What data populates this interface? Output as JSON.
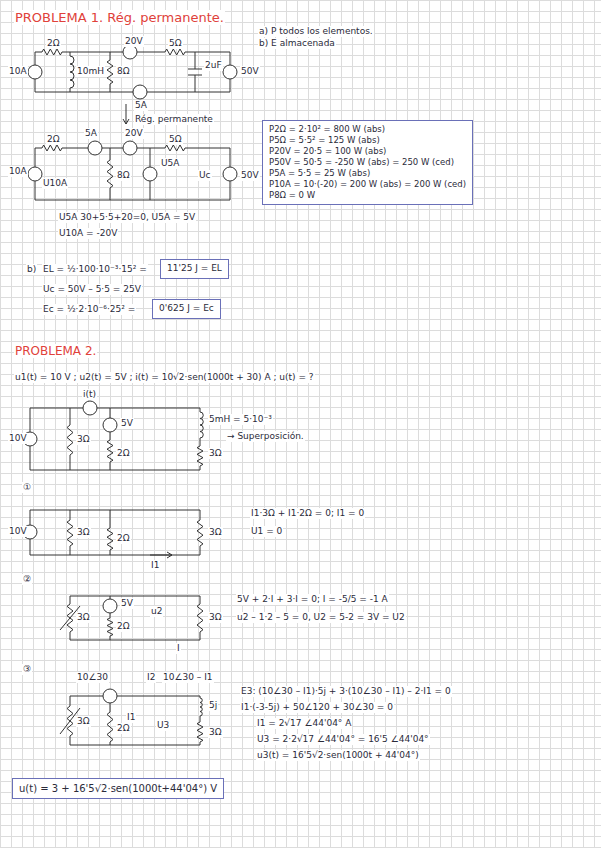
{
  "diagram": {
    "title": "PROBLEMA 1. Rég. permanente.",
    "nodes": [
      {
        "text": [
          "P2Ω = 2·10² = 800 W (abs)",
          "P5Ω = 5·5² = 125 W (abs)",
          "P20V = 20·5 = 100 W (abs)",
          "P50V = 50·5 = -250 W (abs) = 250 W (ced)",
          "P5A = 5·5 = 25 W (abs)",
          "P10A = 10·(-20) = 200 W (abs) = 200 W (ced)",
          "P8Ω = 0 W"
        ]
      },
      {
        "text": [
          "11'25 J = EL"
        ]
      },
      {
        "text": [
          "0'625 J = Ec"
        ]
      },
      {
        "text": [
          "u(t) = 3 + 16'5√2·sen(1000t+44'04°) V"
        ]
      }
    ],
    "edges": [],
    "labels": [
      "a) P todos los elementos.",
      "b) E almacenada",
      "2Ω",
      "20V",
      "5Ω",
      "10A",
      "10mH",
      "8Ω",
      "2uF",
      "50V",
      "5A",
      "Rég. permanente",
      "2Ω",
      "5A",
      "20V",
      "5Ω",
      "10A",
      "U10A",
      "8Ω",
      "U5A",
      "Uc",
      "50V",
      "U5A  30+5·5+20=0, U5A = 5V",
      "U10A = -20V",
      "b)",
      "EL = ½·100·10⁻³·15² =",
      "Uc = 50V – 5·5 = 25V",
      "Ec = ½·2·10⁻⁶·25² =",
      "PROBLEMA 2.",
      "u1(t) = 10 V ; u2(t) = 5V ; i(t) = 10√2·sen(1000t + 30) A ; u(t) = ?",
      "i(t)",
      "10V",
      "3Ω",
      "5V",
      "2Ω",
      "5mH = 5·10⁻³",
      "3Ω",
      "→ Superposición.",
      "①",
      "10V",
      "3Ω",
      "2Ω",
      "3Ω",
      "I1",
      "I1·3Ω + I1·2Ω = 0; I1 = 0",
      "U1 = 0",
      "②",
      "3Ω",
      "5V",
      "2Ω",
      "u2",
      "3Ω",
      "I",
      "5V + 2·I + 3·I = 0; I = -5/5 = -1 A",
      "u2 – 1·2 – 5 = 0, U2 = 5-2 = 3V = U2",
      "③",
      "10∠30",
      "I2",
      "10∠30 – I1",
      "I1",
      "3Ω",
      "5j",
      "2Ω",
      "U3",
      "3Ω",
      "E3: (10∠30 – I1)·5j + 3·(10∠30 – I1) – 2·I1 = 0",
      "I1·(-3-5j) + 50∠120 + 30∠30 = 0",
      "I1 = 2√17 ∠44'04° A",
      "U3 = 2·2√17 ∠44'04° = 16'5 ∠44'04°",
      "u3(t) = 16'5√2·sen(1000t + 44'04°)"
    ]
  }
}
